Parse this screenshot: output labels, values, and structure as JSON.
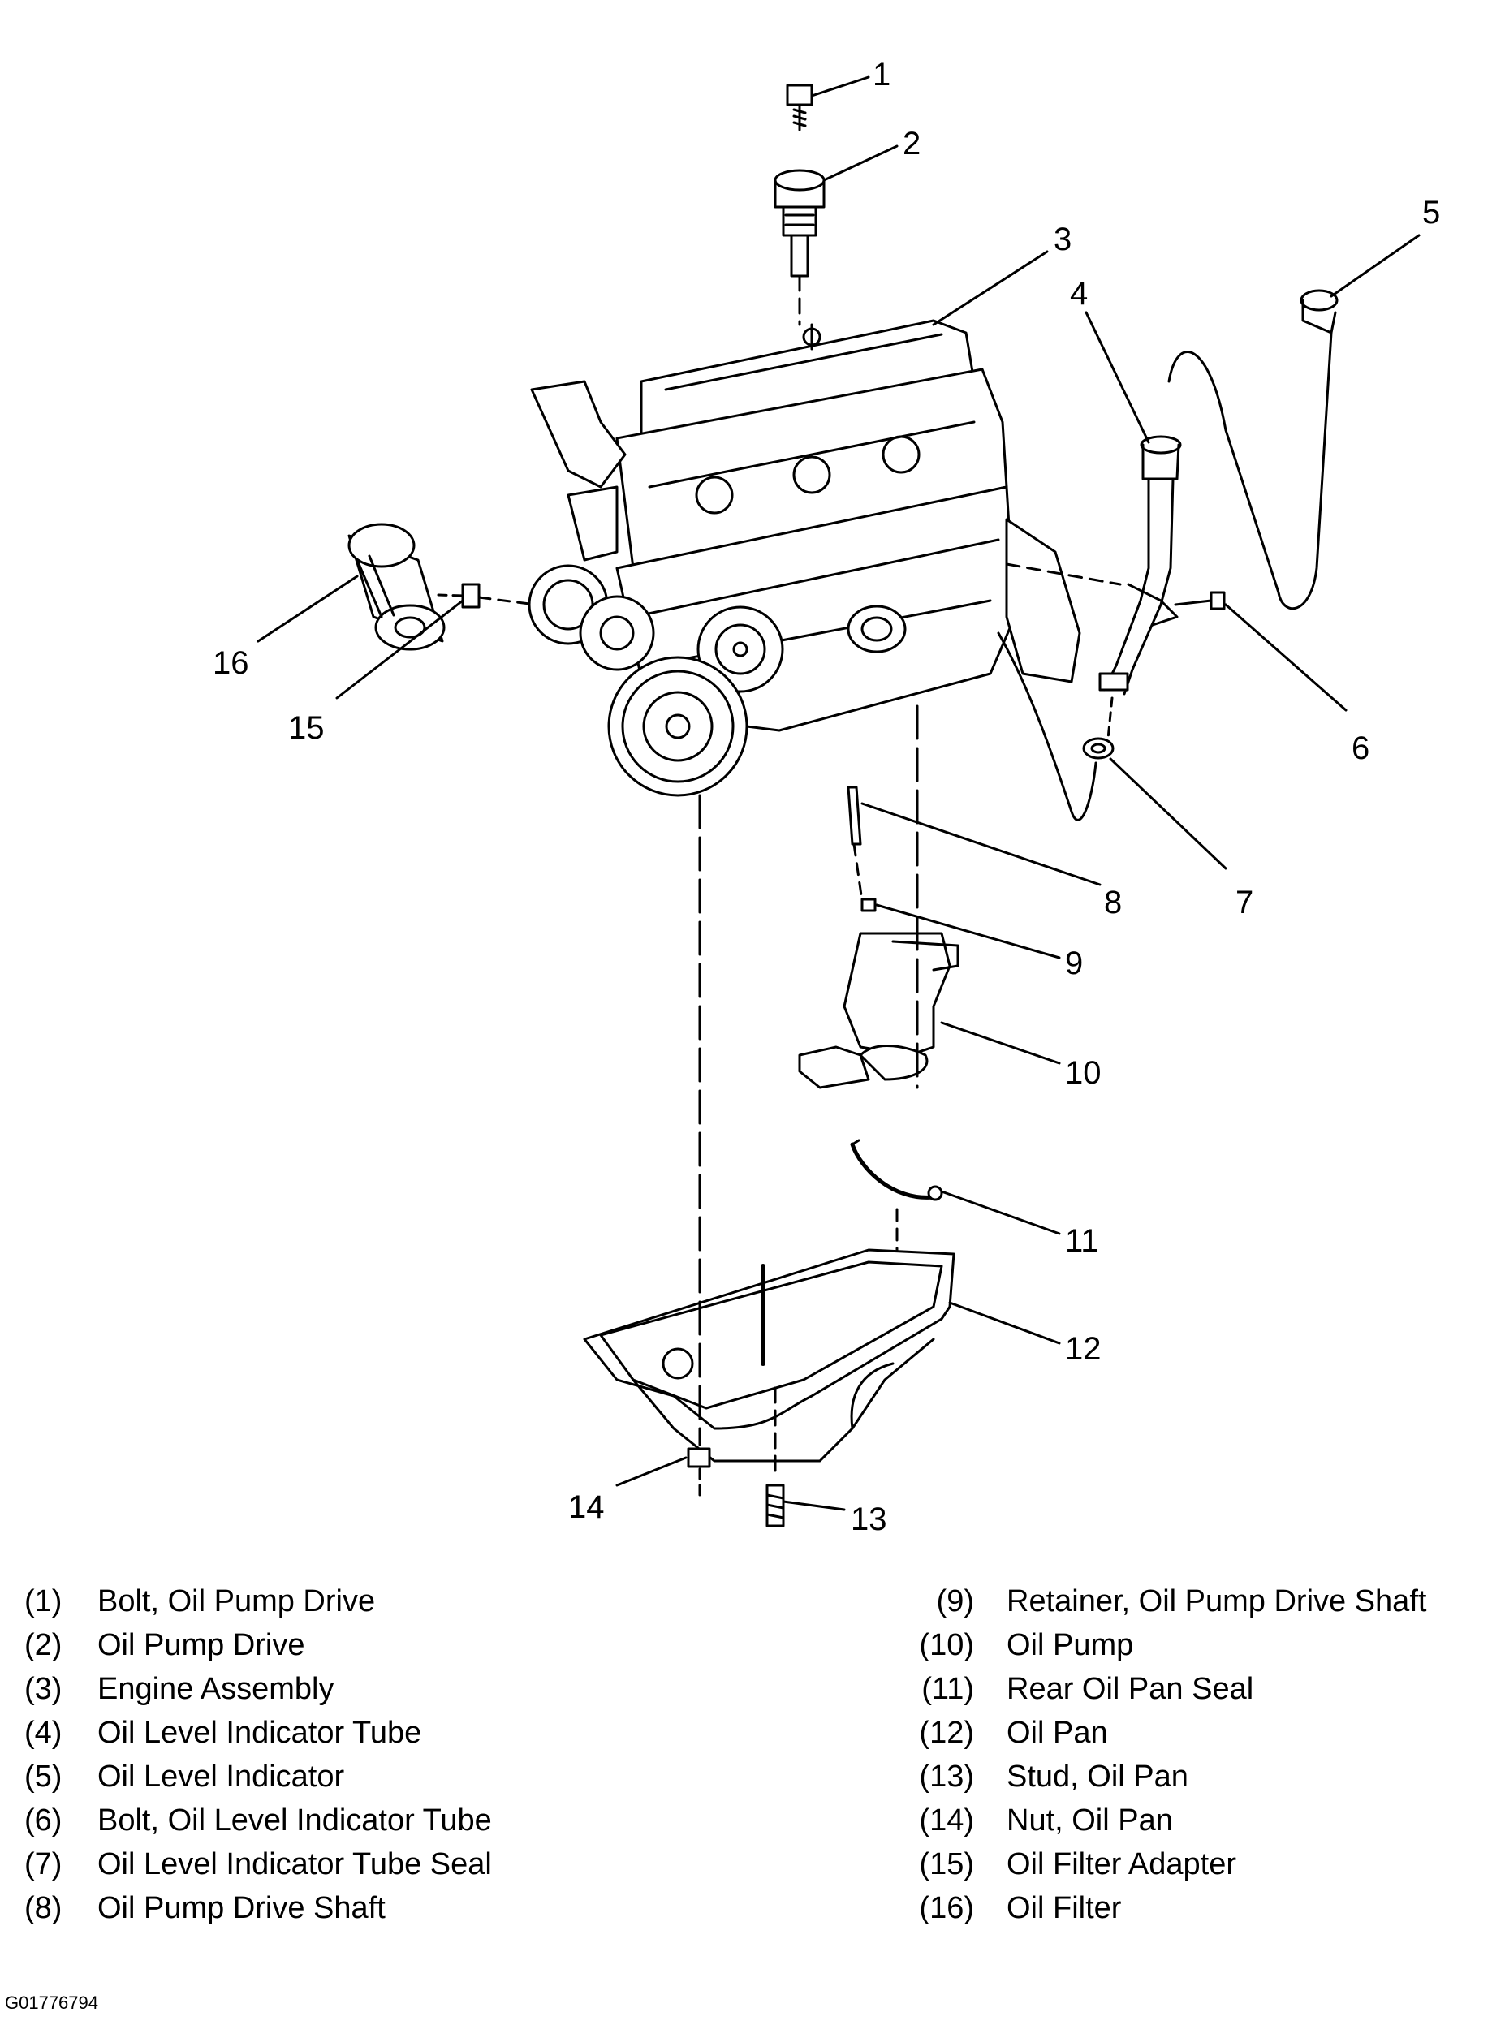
{
  "diagram": {
    "callouts": [
      "1",
      "2",
      "3",
      "4",
      "5",
      "6",
      "7",
      "8",
      "9",
      "10",
      "11",
      "12",
      "13",
      "14",
      "15",
      "16"
    ]
  },
  "legend": {
    "left": [
      {
        "num": "(1)",
        "label": "Bolt, Oil Pump Drive"
      },
      {
        "num": "(2)",
        "label": "Oil Pump Drive"
      },
      {
        "num": "(3)",
        "label": "Engine Assembly"
      },
      {
        "num": "(4)",
        "label": "Oil Level Indicator Tube"
      },
      {
        "num": "(5)",
        "label": "Oil Level Indicator"
      },
      {
        "num": "(6)",
        "label": "Bolt, Oil Level Indicator Tube"
      },
      {
        "num": "(7)",
        "label": "Oil Level Indicator Tube Seal"
      },
      {
        "num": "(8)",
        "label": "Oil Pump Drive Shaft"
      }
    ],
    "right": [
      {
        "num": "(9)",
        "label": "Retainer, Oil Pump Drive Shaft"
      },
      {
        "num": "(10)",
        "label": "Oil Pump"
      },
      {
        "num": "(11)",
        "label": "Rear Oil Pan Seal"
      },
      {
        "num": "(12)",
        "label": "Oil Pan"
      },
      {
        "num": "(13)",
        "label": "Stud, Oil Pan"
      },
      {
        "num": "(14)",
        "label": "Nut, Oil Pan"
      },
      {
        "num": "(15)",
        "label": "Oil Filter Adapter"
      },
      {
        "num": "(16)",
        "label": "Oil Filter"
      }
    ]
  },
  "figure_id": "G01776794"
}
